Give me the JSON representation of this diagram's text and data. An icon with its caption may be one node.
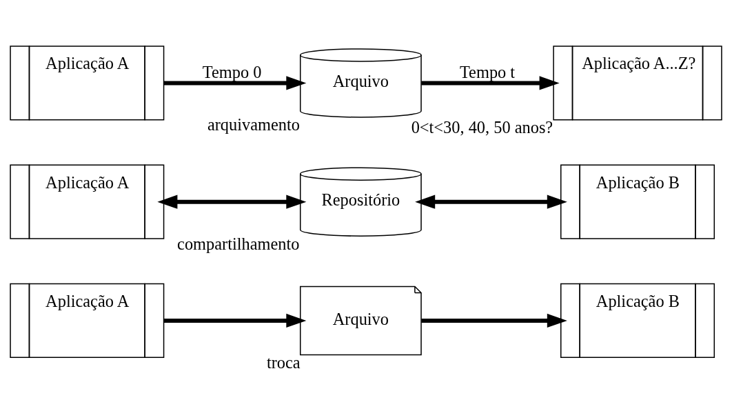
{
  "diagram": {
    "nodes": [
      {
        "text": [
          "Aplicação A"
        ]
      },
      {
        "text": [
          "Arquivo"
        ],
        "beside": [
          "troca"
        ]
      },
      {
        "text": [
          "Aplicação B"
        ]
      },
      {
        "text": [
          "Aplicação A"
        ]
      },
      {
        "text": [
          "Repositório"
        ],
        "beside": [
          "compartilhamento"
        ]
      },
      {
        "text": [
          "Aplicação B"
        ]
      },
      {
        "text": [
          "Aplicação A"
        ]
      },
      {
        "text": [
          "Arquivo"
        ],
        "beside": [
          "arquivamento"
        ]
      },
      {
        "text": [
          "Aplicação A...Z?"
        ],
        "beside": [
          "0<t<30, 40, 50 anos?"
        ]
      }
    ],
    "edges": [
      {
        "from": 0,
        "to": 1,
        "arrow": "to"
      },
      {
        "from": 1,
        "to": 2,
        "arrow": "to"
      },
      {
        "from": 3,
        "to": 4,
        "arrow": "both"
      },
      {
        "from": 4,
        "to": 5,
        "arrow": "both"
      },
      {
        "from": 6,
        "to": 7,
        "arrow": "to",
        "label": "Tempo 0"
      },
      {
        "from": 7,
        "to": 8,
        "arrow": "to",
        "label": "Tempo t"
      }
    ]
  }
}
